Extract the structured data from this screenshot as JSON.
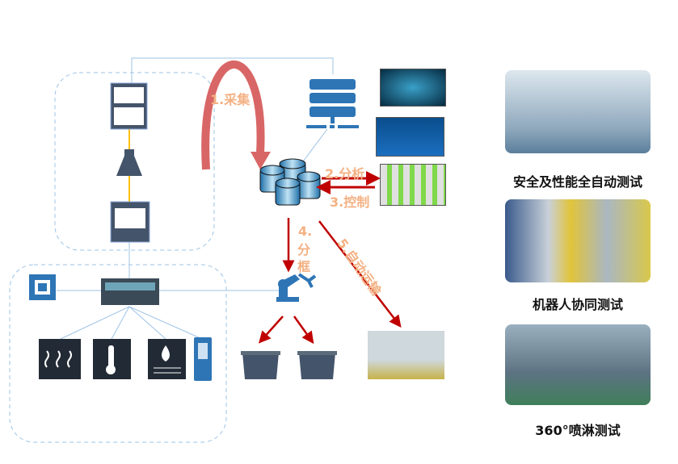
{
  "steps": {
    "collect": "1.采集",
    "analyze": "2.分析",
    "control": "3.控制",
    "sort_num": "4.",
    "sort_a": "分",
    "sort_b": "框",
    "transport": "5.自动运输"
  },
  "tests": [
    {
      "label": "安全及性能全自动测试"
    },
    {
      "label": "机器人协同测试"
    },
    {
      "label": "360°喷淋测试"
    }
  ],
  "colors": {
    "arc": "#d96666",
    "arrow": "#c00000",
    "label": "#f4b183",
    "icon": "#2e75b6",
    "dashed": "#9dc3e6"
  }
}
